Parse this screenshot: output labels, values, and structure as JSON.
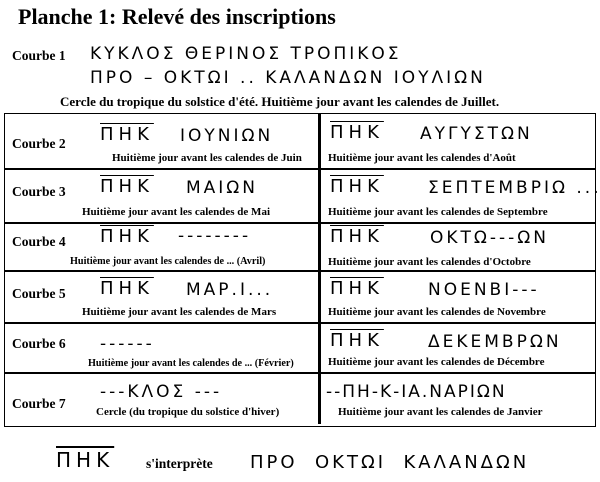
{
  "title": "Planche 1: Relevé des inscriptions",
  "row1": {
    "label": "Courbe 1",
    "greek_line1": "ΚΥΚΛΟΣ ΘΕΡΙΝΟΣ ΤΡΟΠΙΚΟΣ",
    "greek_line2": "ΠΡΟ – ΟΚΤΩΙ .. ΚΑΛΑΝΔΩΝ ΙΟΥΛΙΩΝ",
    "translation": "Cercle du tropique du solstice d'été. Huitième jour avant les calendes de Juillet."
  },
  "abbrev": "ΠΗΚ",
  "rows": [
    {
      "label": "Courbe 2",
      "left_greek": "ΙΟΥΝΙΩΝ",
      "left_trans": "Huitième jour avant les calendes de Juin",
      "right_greek": "ΑΥΓΥΣΤΩΝ",
      "right_trans": "Huitième  jour avant les calendes d'Août"
    },
    {
      "label": "Courbe 3",
      "left_greek": "ΜΑΙΩΝ",
      "left_trans": "Huitième jour avant les calendes de Mai",
      "right_greek": "ΣΕΠΤΕΜΒΡΙΩ ...",
      "right_trans": "Huitième jour avant les calendes de Septembre"
    },
    {
      "label": "Courbe 4",
      "left_greek": "--------",
      "left_trans": "Huitième jour avant les calendes de ... (Avril)",
      "right_greek": "ΟΚΤΩ---ΩΝ",
      "right_trans": "Huitième jour avant les calendes d'Octobre"
    },
    {
      "label": "Courbe 5",
      "left_greek": "ΜΑΡ.Ι...",
      "left_trans": "Huitième jour avant les calendes de Mars",
      "right_greek": "ΝΟΕΝΒΙ---",
      "right_trans": "Huitième jour avant les calendes de Novembre"
    },
    {
      "label": "Courbe 6",
      "left_greek": "------",
      "left_trans": "Huitième jour avant les calendes de ... (Février)",
      "right_greek": "ΔΕΚΕΜΒΡΩΝ",
      "right_trans": "Huitième jour avant les calendes de Décembre"
    }
  ],
  "row7": {
    "label": "Courbe 7",
    "left_greek": "---ΚΛΟΣ ---",
    "left_trans": "Cercle (du tropique du solstice d'hiver)",
    "right_greek": "--ΠΗ-Κ-ΙΑ.ΝΑΡΙΩΝ",
    "right_trans": "Huitième jour avant les calendes de Janvier"
  },
  "footer": {
    "abbrev": "ΠΗΚ",
    "interp_label": "s'interprète",
    "greek": "ΠΡΟ  ΟΚΤΩΙ  ΚΑΛΑΝΔΩΝ"
  }
}
